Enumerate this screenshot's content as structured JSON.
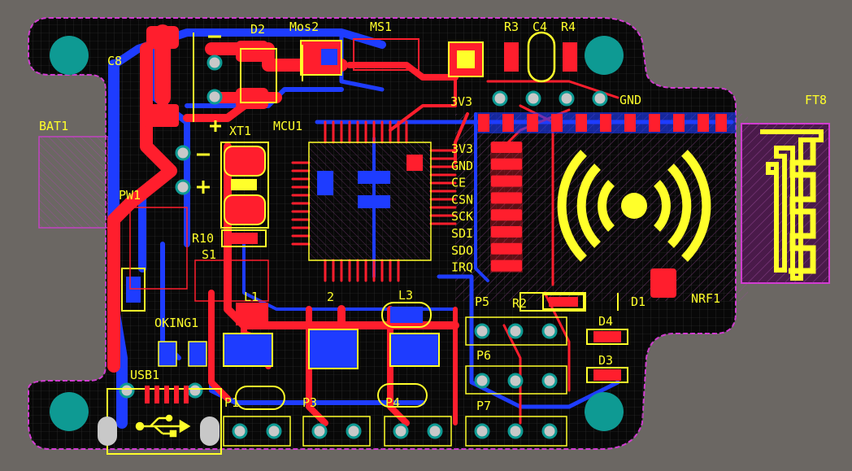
{
  "title": "",
  "colors": {
    "background": "#6b6763",
    "board": "#080808",
    "outline": "#d23cd2",
    "top_copper": "#ff1e2d",
    "bottom_copper": "#1e3cff",
    "silkscreen": "#ffff2a",
    "pad_teal": "#0e9a93",
    "pad_gray": "#c8c8c8",
    "overlay_purple": "#8a3a8a",
    "green": "#1fa03a"
  },
  "designators": {
    "bat1": "BAT1",
    "c8": "C8",
    "d2": "D2",
    "mos2": "Mos2",
    "ms1": "MS1",
    "r3": "R3",
    "c4": "C4",
    "r4": "R4",
    "r3v3": "3V3",
    "gnd_top": "GND",
    "ft8": "FT8",
    "xt1": "XT1",
    "mcu1": "MCU1",
    "pw1": "PW1",
    "r10": "R10",
    "s1": "S1",
    "l1": "L1",
    "l3": "L3",
    "okling1": "OKING1",
    "usb1": "USB1",
    "p1": "P1",
    "p3": "P3",
    "p4": "P4",
    "p5": "P5",
    "p6": "P6",
    "p7": "P7",
    "r2": "R2",
    "d1": "D1",
    "d4": "D4",
    "d3": "D3",
    "nrf1": "NRF1",
    "num2": "2"
  },
  "nrf_pins": [
    "3V3",
    "GND",
    "CE",
    "CSN",
    "SCK",
    "SDI",
    "SDO",
    "IRQ"
  ],
  "icons": {
    "wireless": "wireless-signal-icon",
    "usb": "usb-icon"
  }
}
